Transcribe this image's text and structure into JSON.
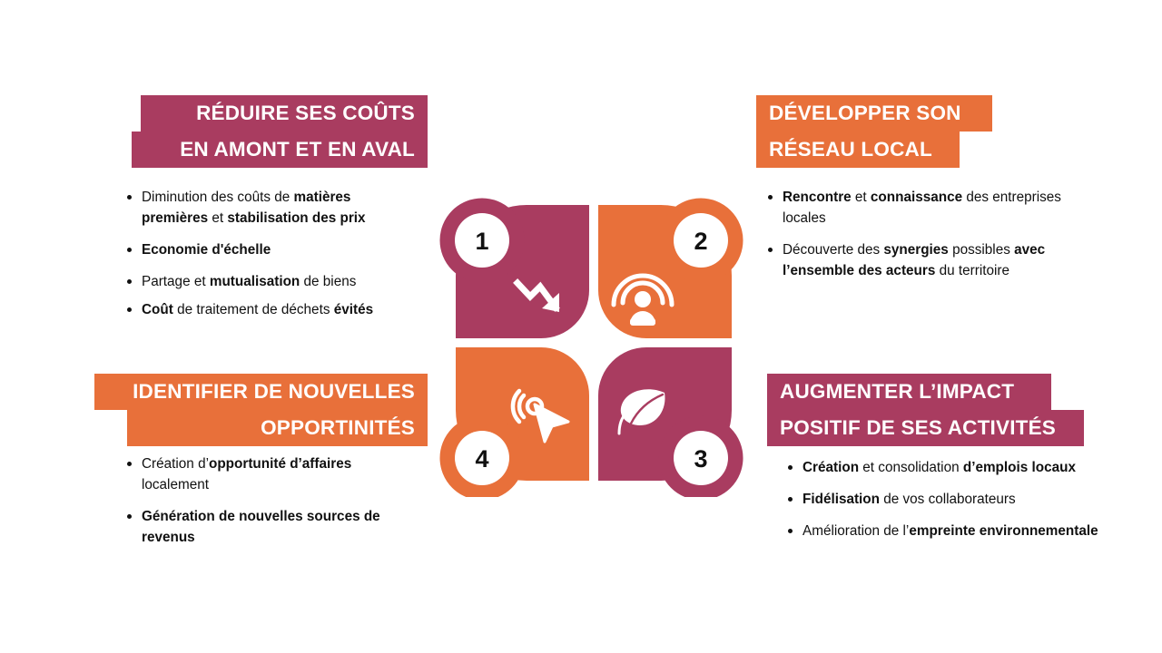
{
  "accent_colors": {
    "plum": "#A93C60",
    "orange": "#E8703A",
    "background": "#FFFFFF",
    "text": "#111111"
  },
  "quadrants": [
    {
      "number": "1",
      "color": "#A93C60",
      "icon": "trending-down-arrow-icon",
      "heading_line1": "RÉDUIRE SES COÛTS",
      "heading_line2": "EN AMONT ET EN AVAL",
      "bullets": [
        [
          {
            "t": "Diminution des coûts de ",
            "b": false
          },
          {
            "t": "matières premières",
            "b": true
          },
          {
            "t": " et ",
            "b": false
          },
          {
            "t": "stabilisation des prix",
            "b": true
          }
        ],
        [
          {
            "t": "Economie d'échelle",
            "b": true
          }
        ],
        [
          {
            "t": "Partage et ",
            "b": false
          },
          {
            "t": "mutualisation",
            "b": true
          },
          {
            "t": " de biens",
            "b": false
          }
        ],
        [
          {
            "t": "Coût",
            "b": true
          },
          {
            "t": " de traitement de déchets ",
            "b": false
          },
          {
            "t": "évités",
            "b": true
          }
        ]
      ]
    },
    {
      "number": "2",
      "color": "#E8703A",
      "icon": "broadcast-person-icon",
      "heading_line1": "DÉVELOPPER SON",
      "heading_line2": "RÉSEAU LOCAL",
      "bullets": [
        [
          {
            "t": "Rencontre",
            "b": true
          },
          {
            "t": " et ",
            "b": false
          },
          {
            "t": "connaissance",
            "b": true
          },
          {
            "t": " des entreprises locales",
            "b": false
          }
        ],
        [
          {
            "t": "Découverte des ",
            "b": false
          },
          {
            "t": "synergies",
            "b": true
          },
          {
            "t": " possibles ",
            "b": false
          },
          {
            "t": "avec l’ensemble des acteurs",
            "b": true
          },
          {
            "t": " du territoire",
            "b": false
          }
        ]
      ]
    },
    {
      "number": "3",
      "color": "#A93C60",
      "icon": "leaf-icon",
      "heading_line1": "AUGMENTER L’IMPACT",
      "heading_line2": "POSITIF DE SES ACTIVITÉS",
      "bullets": [
        [
          {
            "t": "Création",
            "b": true
          },
          {
            "t": " et consolidation ",
            "b": false
          },
          {
            "t": "d’emplois locaux",
            "b": true
          }
        ],
        [
          {
            "t": "Fidélisation",
            "b": true
          },
          {
            "t": " de vos collaborateurs",
            "b": false
          }
        ],
        [
          {
            "t": "Amélioration de l’",
            "b": false
          },
          {
            "t": "empreinte environnementale",
            "b": true
          }
        ]
      ]
    },
    {
      "number": "4",
      "color": "#E8703A",
      "icon": "click-cursor-icon",
      "heading_line1": "IDENTIFIER DE NOUVELLES",
      "heading_line2": "OPPORTINITÉS",
      "bullets": [
        [
          {
            "t": "Création d’",
            "b": false
          },
          {
            "t": "opportunité d’affaires",
            "b": true
          },
          {
            "t": " localement",
            "b": false
          }
        ],
        [
          {
            "t": "Génération de nouvelles sources de revenus",
            "b": true
          }
        ]
      ]
    }
  ]
}
